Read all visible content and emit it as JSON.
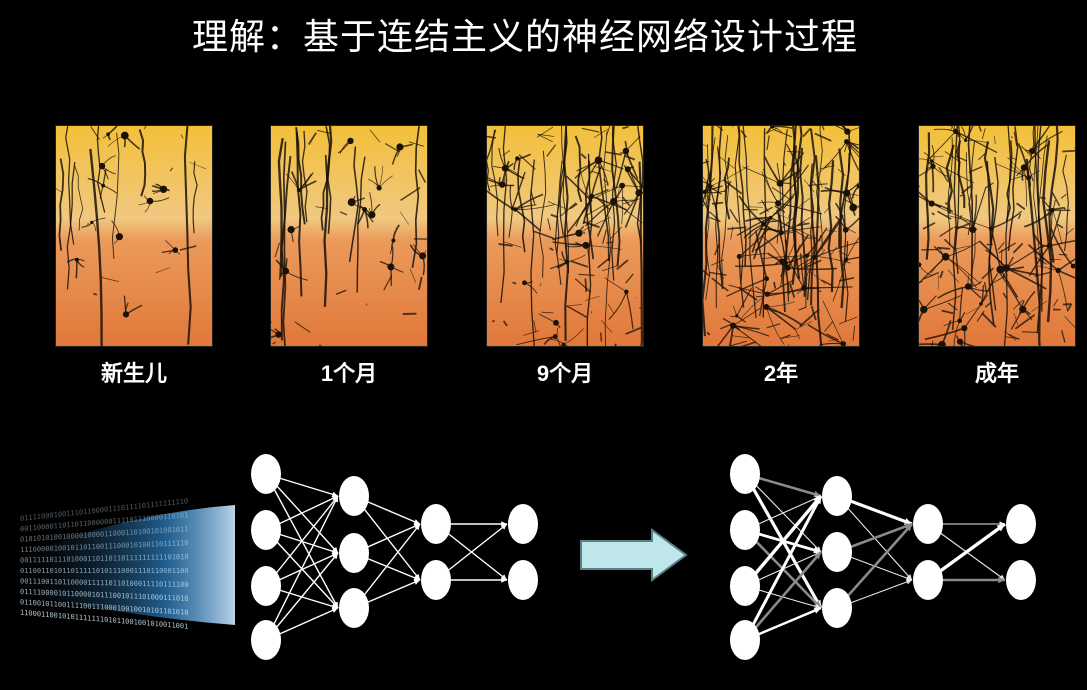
{
  "title": "理解：基于连结主义的神经网络设计过程",
  "stages": [
    {
      "label": "新生儿",
      "density": 0.12
    },
    {
      "label": "1个月",
      "density": 0.22
    },
    {
      "label": "9个月",
      "density": 0.6
    },
    {
      "label": "2年",
      "density": 0.9
    },
    {
      "label": "成年",
      "density": 0.8
    }
  ],
  "network": {
    "layers": [
      4,
      3,
      2,
      2
    ]
  },
  "colors": {
    "panel_top": "#f3c03a",
    "panel_bottom": "#e0783a",
    "neuron_ink": "#1a1108",
    "node": "#ffffff",
    "arrow_fill": "#bfe6ea",
    "binary_glow": "#3aa8ff"
  },
  "icons": [
    "binary-data-stream-icon",
    "right-arrow-icon"
  ]
}
